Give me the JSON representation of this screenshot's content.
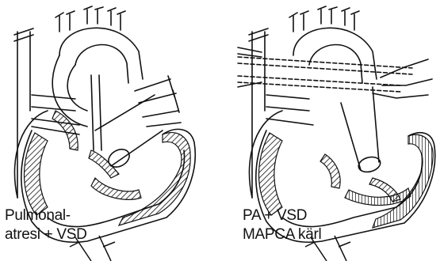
{
  "diagrams": [
    {
      "id": "left",
      "label_lines": [
        "Pulmonal-",
        "atresi + VSD"
      ]
    },
    {
      "id": "right",
      "label_lines": [
        "PA + VSD",
        "MAPCA kärl"
      ]
    }
  ],
  "colors": {
    "line": "#111111",
    "background": "#ffffff",
    "hatch": "#111111"
  }
}
